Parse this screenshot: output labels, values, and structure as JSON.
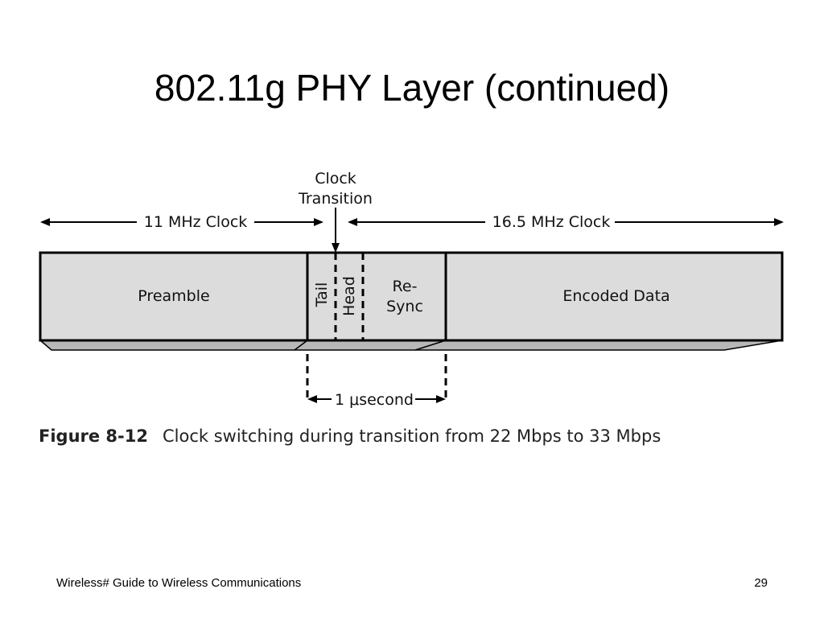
{
  "slide": {
    "title": "802.11g PHY Layer (continued)",
    "footer_left": "Wireless# Guide to Wireless Communications",
    "page_number": "29"
  },
  "diagram": {
    "clock_transition_line1": "Clock",
    "clock_transition_line2": "Transition",
    "left_clock_label": "11 MHz Clock",
    "right_clock_label": "16.5 MHz Clock",
    "segments": {
      "preamble": "Preamble",
      "tail": "Tail",
      "head": "Head",
      "resync_line1": "Re-",
      "resync_line2": "Sync",
      "encoded_data": "Encoded Data"
    },
    "duration_label": "1 μsecond",
    "colors": {
      "segment_fill": "#dcdcdc",
      "shadow_fill": "#b8b8b8",
      "stroke": "#000000"
    }
  },
  "caption": {
    "figure_number": "Figure 8-12",
    "text": "Clock switching during transition from 22 Mbps to 33 Mbps"
  }
}
